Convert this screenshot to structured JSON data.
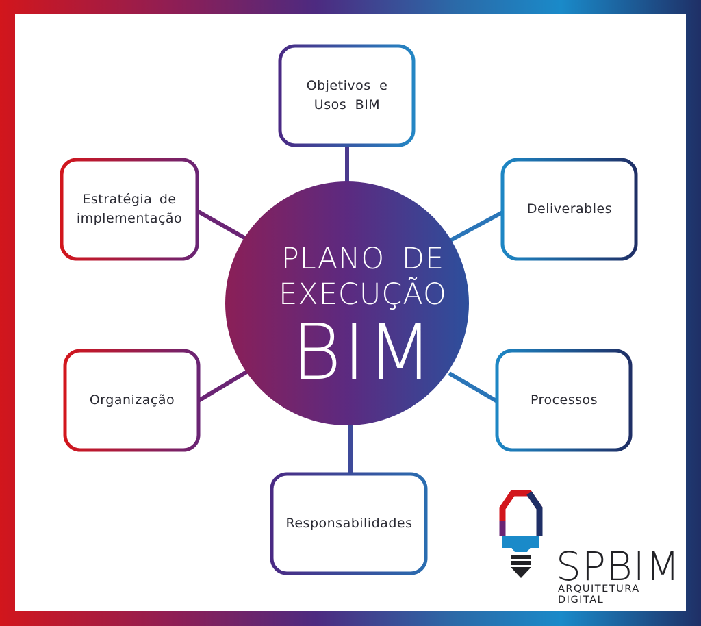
{
  "hub": {
    "line1": "PLANO DE",
    "line2": "EXECUÇÃO",
    "line3": "BIM"
  },
  "nodes": {
    "objetivos": "Objetivos e Usos BIM",
    "deliverables": "Deliverables",
    "processos": "Processos",
    "responsabilidades": "Responsabilidades",
    "organizacao": "Organização",
    "estrategia": "Estratégia de implementação"
  },
  "logo": {
    "name": "SPBIM",
    "tagline": "ARQUITETURA DIGITAL",
    "icon": "lightbulb-pencil-icon"
  },
  "colors": {
    "red": "#d2161c",
    "purple": "#5a2a82",
    "blue": "#1a8ac9",
    "navy": "#1f2f66"
  }
}
